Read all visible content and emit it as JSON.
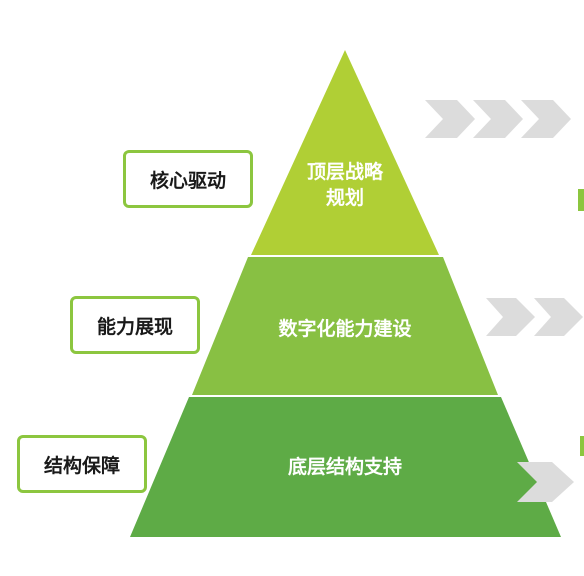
{
  "pyramid": {
    "tiers": [
      {
        "lines": [
          "顶层战略",
          "规划"
        ],
        "color": "#b0cf35"
      },
      {
        "lines": [
          "数字化能力建设"
        ],
        "color": "#88c043"
      },
      {
        "lines": [
          "底层结构支持"
        ],
        "color": "#5eab46"
      }
    ]
  },
  "side_labels": {
    "core": "核心驱动",
    "ability": "能力展现",
    "structure": "结构保障"
  },
  "colors": {
    "box_border": "#8cc63f",
    "chevron": "#dcdcdc",
    "accent_bar": "#8cc63f"
  }
}
